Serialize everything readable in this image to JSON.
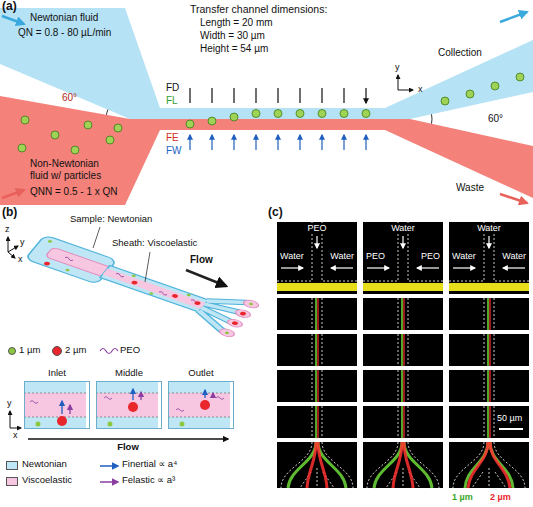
{
  "diagram": {
    "nodes": [
      {
        "text": [
          "Inlet"
        ]
      },
      {
        "text": [
          "Middle"
        ]
      },
      {
        "text": [
          "Outlet"
        ]
      }
    ],
    "labels": [
      "(a)",
      "Newtonian fluid",
      "QN = 0.8 - 80 µL/min",
      "Transfer channel dimensions:",
      "Length = 20 mm",
      "Width = 30 µm",
      "Height = 54 µm",
      "FD",
      "FL",
      "FE",
      "FW",
      "60°",
      "Non-Newtonian fluid w/ particles",
      "QNN = 0.5 - 1 x QN",
      "Collection",
      "Waste",
      "60°",
      "y",
      "x",
      "(b)",
      "z",
      "y",
      "x",
      "Sample: Newtonian",
      "Sheath: Viscoelastic",
      "Flow",
      "y",
      "x",
      "Flow",
      "(c)",
      "PEO",
      "Water",
      "Water",
      "Water",
      "PEO",
      "PEO",
      "Water",
      "Water",
      "Water",
      "50 µm",
      "1 µm",
      "2 µm"
    ],
    "legend": [
      {
        "text": "1 µm",
        "color": "#8dc63f"
      },
      {
        "text": "2 µm",
        "color": "#e8262b"
      },
      {
        "text": "PEO"
      },
      {
        "text": "Newtonian",
        "color": "#bfe6f5"
      },
      {
        "text": "Viscoelastic",
        "color": "#f7c6e0"
      },
      {
        "text": "Finertial ∝ a⁴"
      },
      {
        "text": "Felastic ∝ a³"
      }
    ]
  }
}
